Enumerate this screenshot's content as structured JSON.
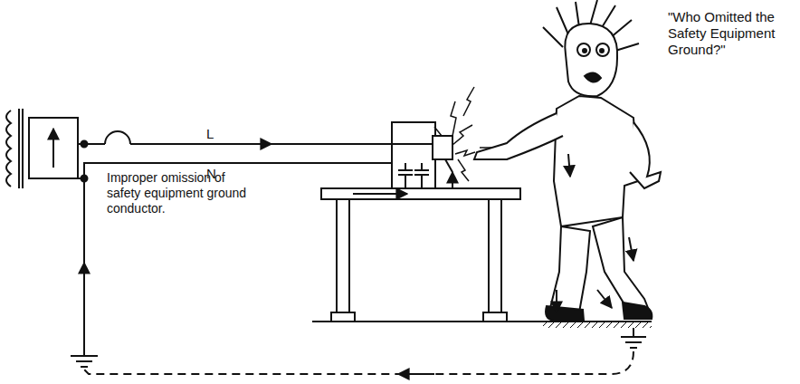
{
  "diagram": {
    "labels": [
      "L",
      "N",
      "Improper omission of safety equipment ground conductor.",
      "\"Who Omitted the Safety Equipment Ground?\""
    ]
  }
}
